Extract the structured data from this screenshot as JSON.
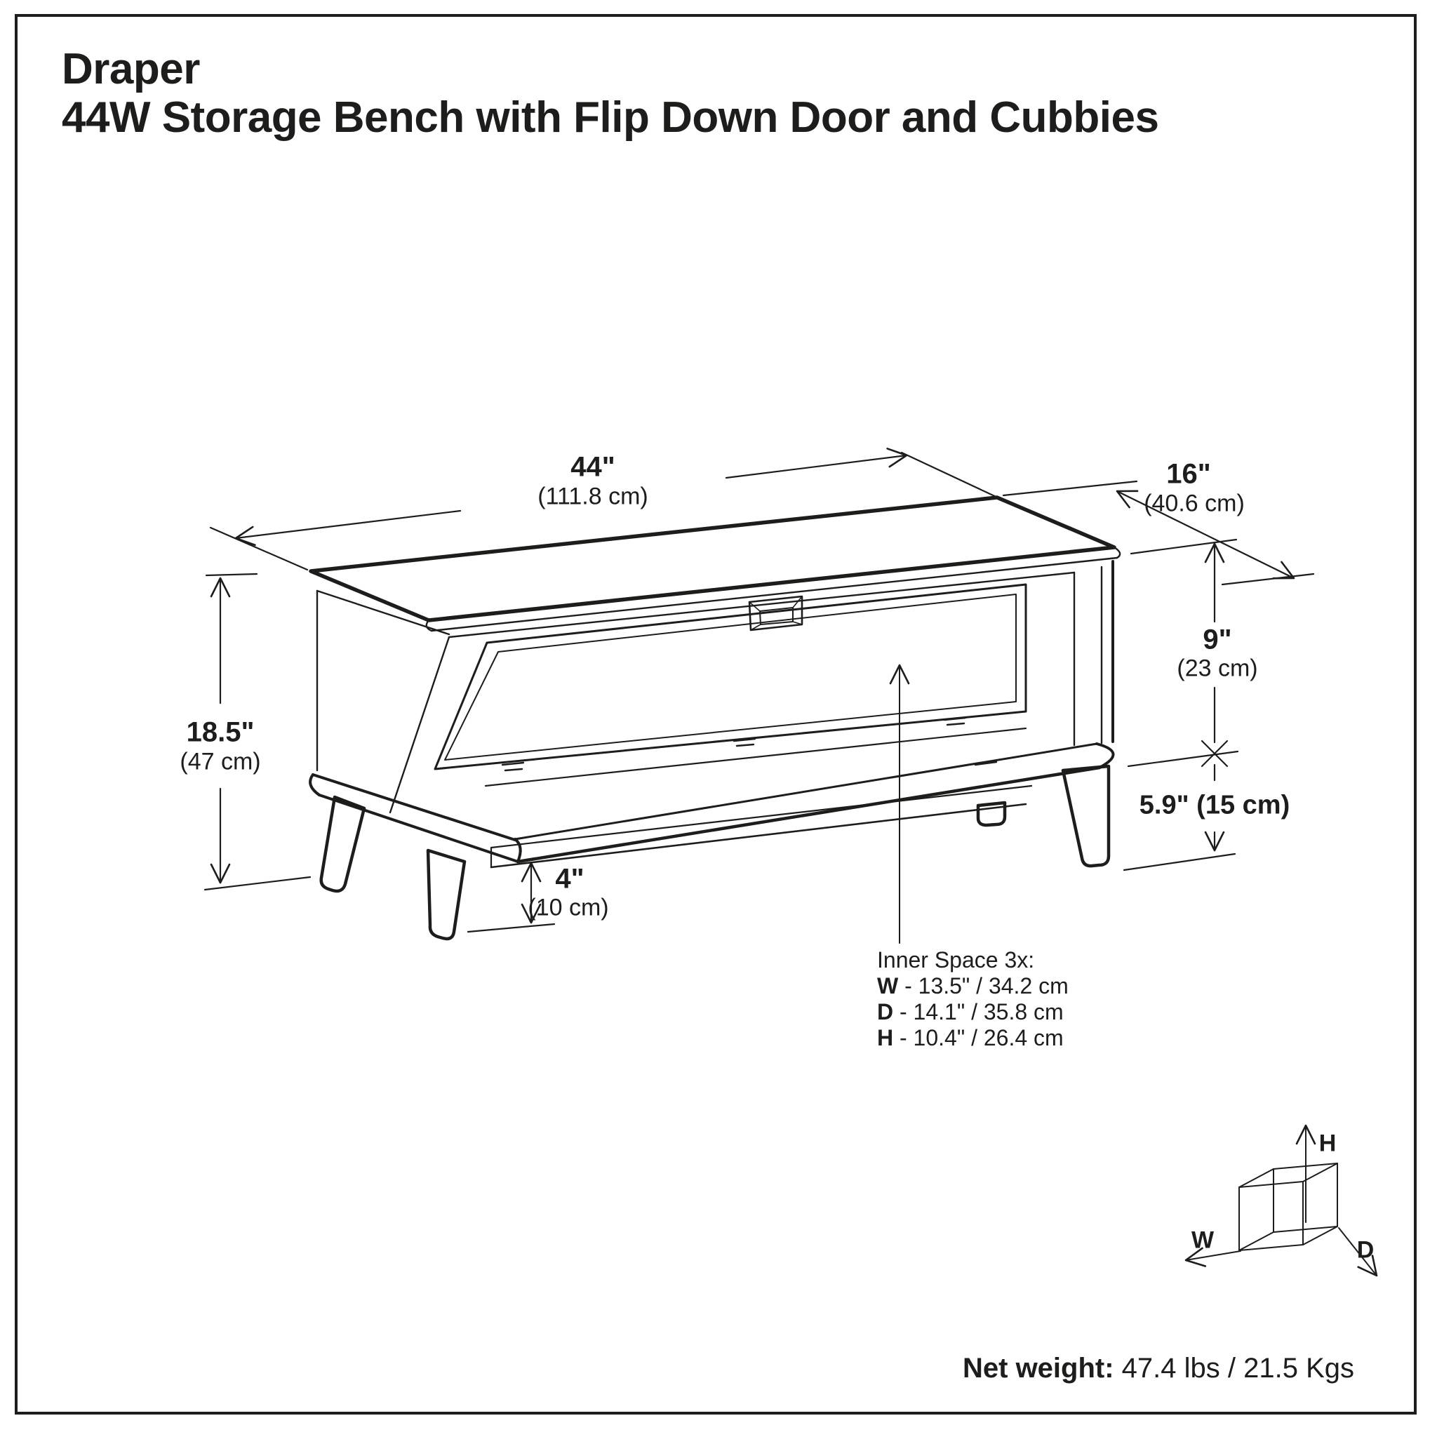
{
  "title": {
    "line1": "Draper",
    "line2": "44W Storage Bench with Flip Down Door and Cubbies"
  },
  "dimensions": {
    "width": {
      "in": "44\"",
      "cm": "(111.8 cm)"
    },
    "depth": {
      "in": "16\"",
      "cm": "(40.6 cm)"
    },
    "upper_height": {
      "in": "9\"",
      "cm": "(23 cm)"
    },
    "total_height": {
      "in": "18.5\"",
      "cm": "(47 cm)"
    },
    "base_height": {
      "label": "5.9\" (15 cm)"
    },
    "leg_clearance": {
      "in": "4\"",
      "cm": "(10 cm)"
    }
  },
  "inner_space": {
    "heading": "Inner Space 3x:",
    "rows": [
      {
        "axis": "W",
        "text": " - 13.5\" / 34.2 cm"
      },
      {
        "axis": "D",
        "text": " - 14.1\" / 35.8 cm"
      },
      {
        "axis": "H",
        "text": " - 10.4\" / 26.4 cm"
      }
    ]
  },
  "axis_cube": {
    "h": "H",
    "w": "W",
    "d": "D"
  },
  "net_weight": {
    "label": "Net weight:",
    "value": " 47.4 lbs / 21.5 Kgs"
  },
  "colors": {
    "ink": "#1d1d1b",
    "paper": "#ffffff"
  }
}
